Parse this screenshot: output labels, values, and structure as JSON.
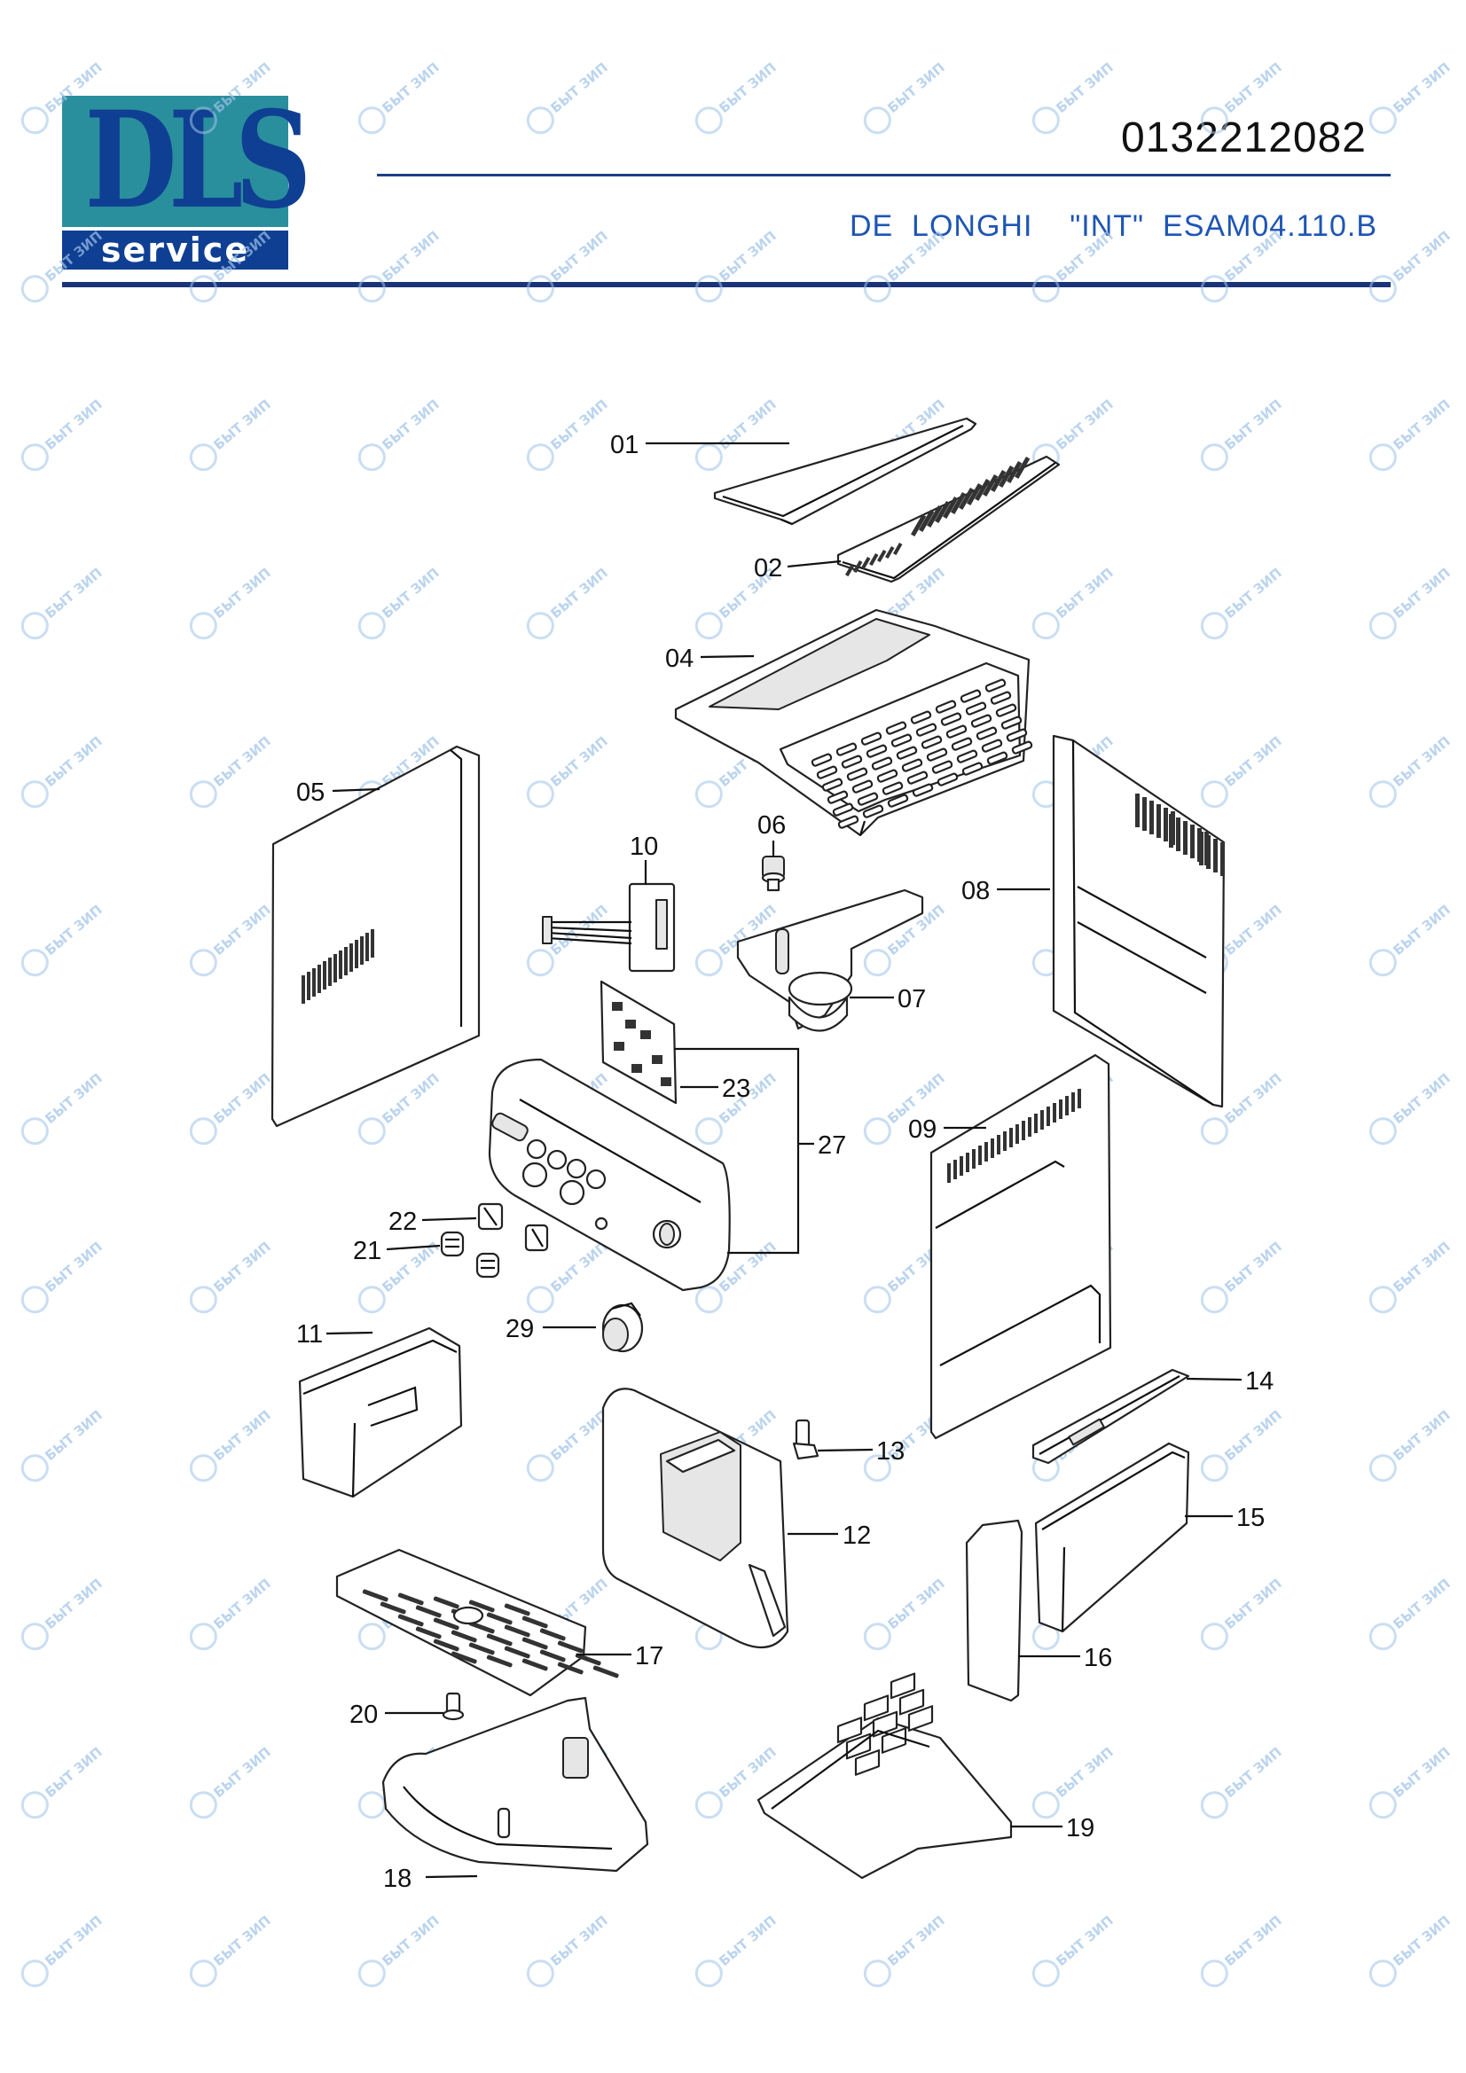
{
  "header": {
    "logo_text": "DLS",
    "logo_subtext": "service",
    "part_number": "0132212082",
    "brand": "DE  LONGHI",
    "variant": "\"INT\"",
    "model": "ESAM04.110.B"
  },
  "colors": {
    "logo_teal": "#2a8f9d",
    "logo_blue": "#0f3f93",
    "model_text": "#1e55b4",
    "rule": "#1a3478",
    "watermark": "#9fc3e8"
  },
  "watermark": {
    "text": "БЫТ ЗИП"
  },
  "callouts": [
    {
      "id": "c01",
      "label": "01"
    },
    {
      "id": "c02",
      "label": "02"
    },
    {
      "id": "c04",
      "label": "04"
    },
    {
      "id": "c05",
      "label": "05"
    },
    {
      "id": "c06",
      "label": "06"
    },
    {
      "id": "c07",
      "label": "07"
    },
    {
      "id": "c08",
      "label": "08"
    },
    {
      "id": "c09",
      "label": "09"
    },
    {
      "id": "c10",
      "label": "10"
    },
    {
      "id": "c11",
      "label": "11"
    },
    {
      "id": "c12",
      "label": "12"
    },
    {
      "id": "c13",
      "label": "13"
    },
    {
      "id": "c14",
      "label": "14"
    },
    {
      "id": "c15",
      "label": "15"
    },
    {
      "id": "c16",
      "label": "16"
    },
    {
      "id": "c17",
      "label": "17"
    },
    {
      "id": "c18",
      "label": "18"
    },
    {
      "id": "c19",
      "label": "19"
    },
    {
      "id": "c20",
      "label": "20"
    },
    {
      "id": "c21",
      "label": "21"
    },
    {
      "id": "c22",
      "label": "22"
    },
    {
      "id": "c23",
      "label": "23"
    },
    {
      "id": "c27",
      "label": "27"
    },
    {
      "id": "c29",
      "label": "29"
    }
  ]
}
